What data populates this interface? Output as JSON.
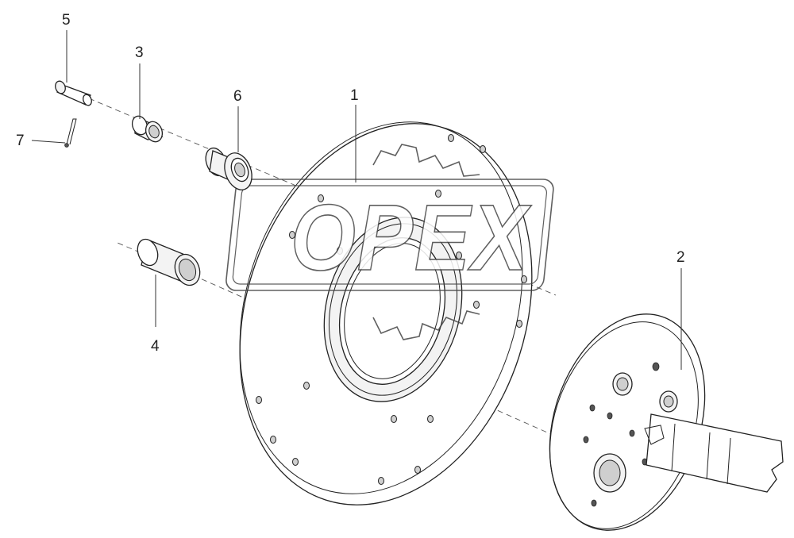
{
  "labels": {
    "part_1": "1",
    "part_2": "2",
    "part_3": "3",
    "part_4": "4",
    "part_5": "5",
    "part_6": "6",
    "part_7": "7"
  },
  "watermark": {
    "text": "OPEX"
  }
}
